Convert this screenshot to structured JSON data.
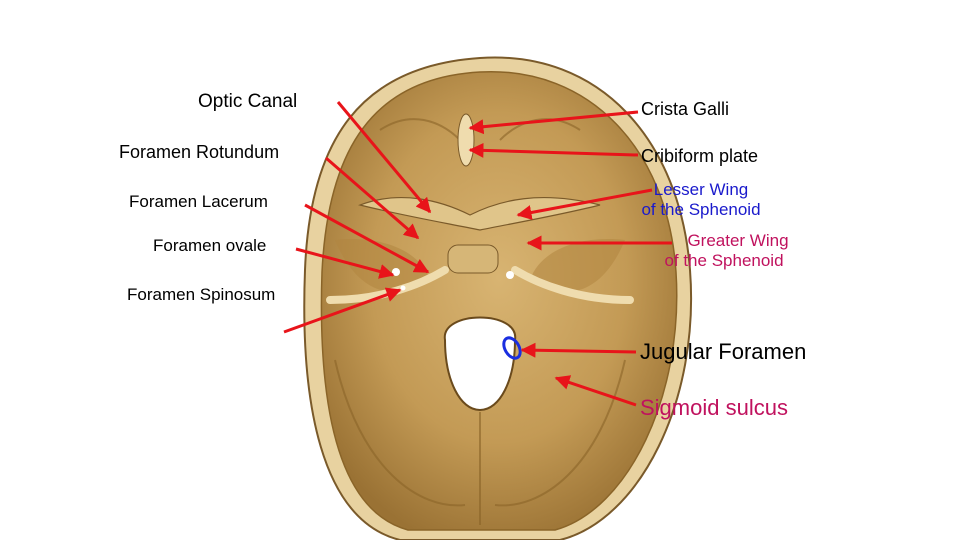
{
  "labels": {
    "optic_canal": "Optic Canal",
    "foramen_rotundum": "Foramen Rotundum",
    "foramen_lacerum": "Foramen Lacerum",
    "foramen_ovale": "Foramen ovale",
    "foramen_spinosum": "Foramen Spinosum",
    "crista_galli": "Crista Galli",
    "cribiform_plate": "Cribiform plate",
    "lesser_wing_1": "Lesser Wing",
    "lesser_wing_2": "of the Sphenoid",
    "greater_wing_1": "Greater Wing",
    "greater_wing_2": "of the Sphenoid",
    "jugular_foramen": "Jugular Foramen",
    "sigmoid_sulcus": "Sigmoid sulcus"
  },
  "colors": {
    "arrow": "#e8141a",
    "black_label": "#000000",
    "lesser_wing": "#1a1acc",
    "greater_wing": "#c0125e",
    "sigmoid": "#c0125e",
    "jugular_ring": "#1a2ee0",
    "bone": "#c9a05a",
    "bone_dark": "#8a6428"
  }
}
